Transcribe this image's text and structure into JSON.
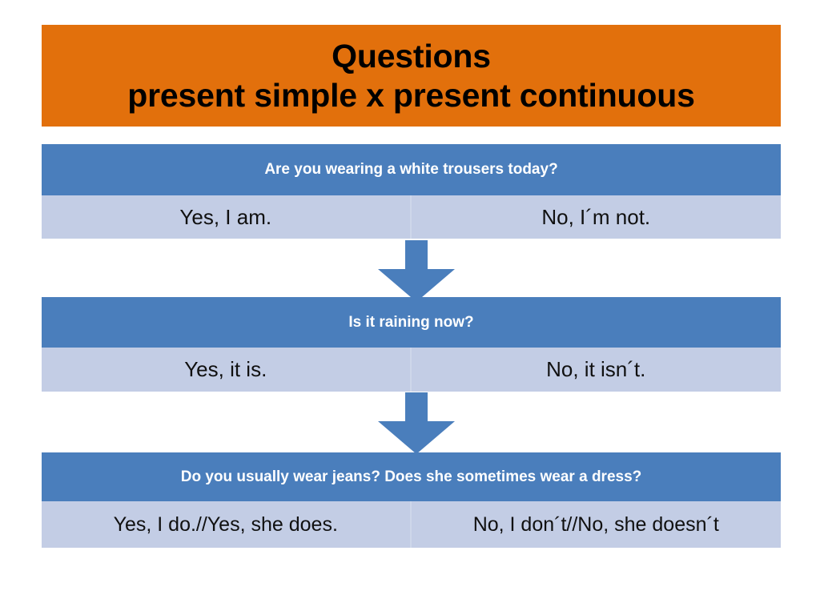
{
  "slide": {
    "background_color": "#FFFFFF",
    "title": {
      "line1": "Questions",
      "line2": "present simple x present continuous",
      "background_color": "#E2700C",
      "text_color": "#000000"
    },
    "colors": {
      "orange": "#E2700C",
      "blue": "#4A7EBC",
      "light_blue": "#C3CDE5",
      "arrow_blue": "#4A7EBC",
      "question_text": "#FFFFFF",
      "answer_text": "#101010"
    },
    "blocks": [
      {
        "question": "Are you wearing a white trousers today?",
        "answer_yes": "Yes, I am.",
        "answer_no": "No, I´m not."
      },
      {
        "question": "Is it raining now?",
        "answer_yes": "Yes, it is.",
        "answer_no": "No, it isn´t."
      },
      {
        "question": "Do you usually wear jeans? Does she sometimes wear a dress?",
        "answer_yes": "Yes, I do.//Yes, she does.",
        "answer_no": "No, I don´t//No, she doesn´t"
      }
    ],
    "arrows": [
      {
        "name": "down-arrow-1",
        "direction": "down"
      },
      {
        "name": "down-arrow-2",
        "direction": "down"
      }
    ]
  }
}
